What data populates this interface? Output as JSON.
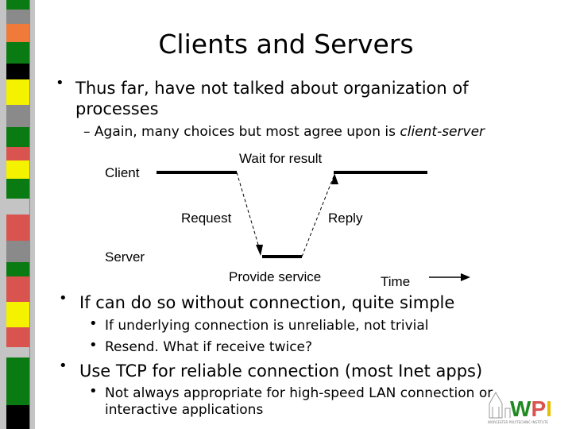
{
  "slide": {
    "title": "Clients and Servers",
    "bullets": [
      {
        "text_line1": "Thus far, have not talked about organization of",
        "text_line2": "processes",
        "sub": "– Again, many choices but most agree upon is ",
        "sub_em": "client-server"
      },
      {
        "text": "If can do so without connection, quite simple",
        "subs": [
          "If underlying connection is unreliable, not trivial",
          "Resend.  What if receive twice?"
        ]
      },
      {
        "text": "Use TCP for reliable connection (most Inet apps)",
        "sub_line1": "Not always appropriate for high-speed LAN connection or",
        "sub_line2": "interactive applications"
      }
    ]
  },
  "diagram": {
    "client": "Client",
    "server": "Server",
    "wait": "Wait for result",
    "request": "Request",
    "reply": "Reply",
    "provide": "Provide service",
    "time": "Time"
  },
  "logo": {
    "text": "WPI",
    "subtitle": "WORCESTER POLYTECHNIC INSTITUTE"
  },
  "colors": {
    "green": "#0a7a12",
    "red": "#d9534f",
    "yellow": "#f5f200",
    "orange": "#f07a3a",
    "gray": "#8a8a8a"
  }
}
